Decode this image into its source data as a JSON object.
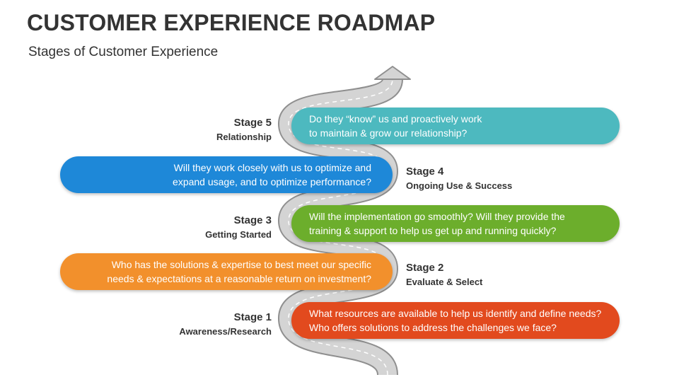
{
  "title": "CUSTOMER EXPERIENCE ROADMAP",
  "subtitle": "Stages of Customer Experience",
  "colors": {
    "stage5": "#4db9bf",
    "stage4": "#1e88d8",
    "stage3": "#6cae2c",
    "stage2": "#f2902c",
    "stage1": "#e24a1e",
    "road": "#c9c9c9",
    "road_edge": "#8f8f8f"
  },
  "stages": {
    "s5": {
      "stage": "Stage 5",
      "name": "Relationship",
      "text": "Do they “know” us and proactively work\nto maintain & grow our relationship?"
    },
    "s4": {
      "stage": "Stage 4",
      "name": "Ongoing Use & Success",
      "text": "Will they work closely with us to optimize and\nexpand usage, and to optimize performance?"
    },
    "s3": {
      "stage": "Stage 3",
      "name": "Getting Started",
      "text": "Will the implementation go smoothly? Will they provide the\ntraining & support to help us get up and running quickly?"
    },
    "s2": {
      "stage": "Stage 2",
      "name": "Evaluate & Select",
      "text": "Who has the solutions & expertise to best meet our specific\nneeds & expectations at a reasonable return on investment?"
    },
    "s1": {
      "stage": "Stage 1",
      "name": "Awareness/Research",
      "text": "What resources are available to help us identify and define needs?\nWho offers solutions to address the challenges we face?"
    }
  }
}
